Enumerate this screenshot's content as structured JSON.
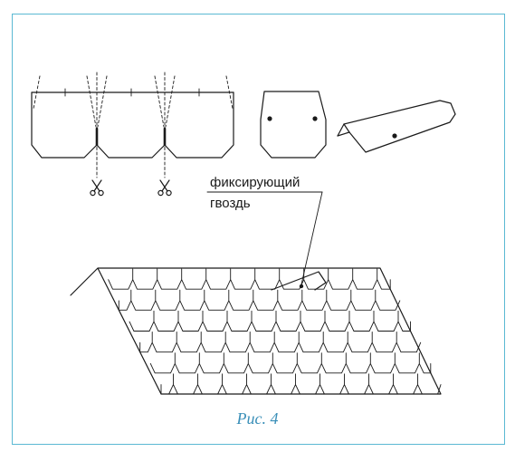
{
  "labels": {
    "nail_line1": "фиксирующий",
    "nail_line2": "гвоздь"
  },
  "caption": "Рис. 4",
  "colors": {
    "frame": "#5bb9d3",
    "caption": "#3a8fb8",
    "ink": "#1a1a1a"
  },
  "icons": [
    "scissors-icon",
    "scissors-icon"
  ]
}
